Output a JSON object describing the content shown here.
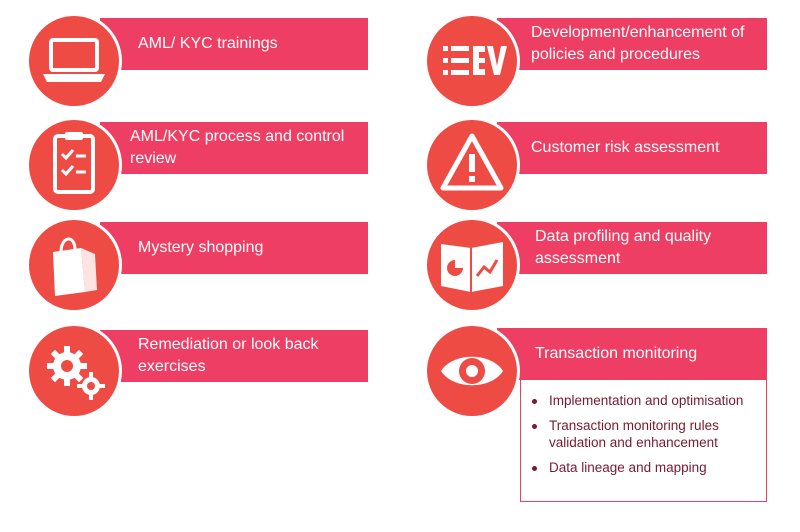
{
  "colors": {
    "bar": "#ee3e63",
    "circle": "#ef4b45",
    "subtext": "#7a1a2e"
  },
  "left": [
    {
      "label": "AML/ KYC trainings",
      "icon": "laptop-icon"
    },
    {
      "label": "AML/KYC process and control review",
      "icon": "clipboard-checklist-icon"
    },
    {
      "label": "Mystery shopping",
      "icon": "shopping-bag-icon"
    },
    {
      "label": "Remediation or look back exercises",
      "icon": "gears-icon"
    }
  ],
  "right": [
    {
      "label": "Development/enhancement of policies and procedures",
      "icon": "checklist-icon"
    },
    {
      "label": "Customer risk assessment",
      "icon": "warning-icon"
    },
    {
      "label": "Data profiling and quality assessment",
      "icon": "report-chart-icon"
    },
    {
      "label": "Transaction monitoring",
      "icon": "eye-icon"
    }
  ],
  "transaction_monitoring_items": [
    "Implementation and optimisation",
    "Transaction monitoring rules validation and enhancement",
    "Data lineage and mapping"
  ]
}
